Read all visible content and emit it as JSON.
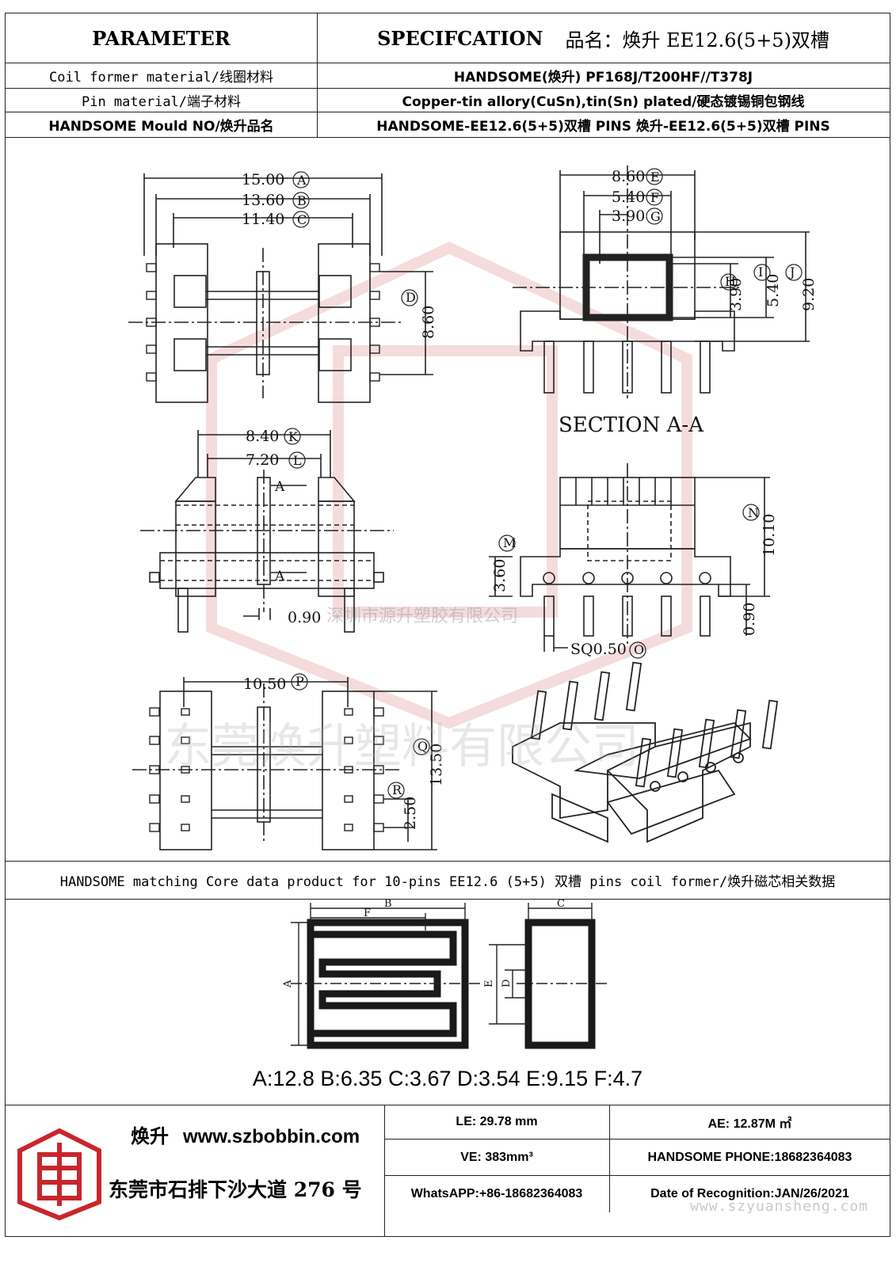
{
  "header": {
    "parameter": "PARAMETER",
    "specification": "SPECIFCATION",
    "product_name": "品名：焕升 EE12.6(5+5)双槽"
  },
  "rows": [
    {
      "label": "Coil former material/线圈材料",
      "value": "HANDSOME(焕升)   PF168J/T200HF//T378J"
    },
    {
      "label": "Pin material/端子材料",
      "value": "Copper-tin allory(CuSn),tin(Sn) plated/硬态镀锡铜包钢线"
    },
    {
      "label": "HANDSOME Mould NO/焕升品名",
      "value": "HANDSOME-EE12.6(5+5)双槽 PINS    焕升-EE12.6(5+5)双槽 PINS"
    }
  ],
  "drawing": {
    "dims_top_left": [
      {
        "value": "15.00",
        "tag": "A"
      },
      {
        "value": "13.60",
        "tag": "B"
      },
      {
        "value": "11.40",
        "tag": "C"
      }
    ],
    "dim_d": {
      "value": "8.60",
      "tag": "D"
    },
    "dims_top_right": [
      {
        "value": "8.60",
        "tag": "E"
      },
      {
        "value": "5.40",
        "tag": "F"
      },
      {
        "value": "3.90",
        "tag": "G"
      }
    ],
    "dims_section": [
      {
        "value": "3.90",
        "tag": "H"
      },
      {
        "value": "5.40",
        "tag": "I"
      },
      {
        "value": "9.20",
        "tag": "J"
      }
    ],
    "section_label": "SECTION A-A",
    "dims_mid_left": [
      {
        "value": "8.40",
        "tag": "K"
      },
      {
        "value": "7.20",
        "tag": "L"
      }
    ],
    "section_mark": "A",
    "dim_090": "0.90",
    "dim_m": {
      "value": "3.60",
      "tag": "M"
    },
    "dim_n": {
      "value": "10.10",
      "tag": "N"
    },
    "dim_090b": "0.90",
    "dim_o": {
      "value": "SQ0.50",
      "tag": "O"
    },
    "dim_p": {
      "value": "10.50",
      "tag": "P"
    },
    "dim_q": {
      "value": "13.50",
      "tag": "Q"
    },
    "dim_r": {
      "value": "2.50",
      "tag": "R"
    },
    "company_watermark_1": "深圳市源升塑胶有限公司",
    "company_watermark_2": "东莞焕升塑料有限公司"
  },
  "core": {
    "title": "HANDSOME matching Core data  product for 10-pins EE12.6 (5+5) 双槽 pins coil former/焕升磁芯相关数据",
    "labels": [
      "A",
      "B",
      "C",
      "D",
      "E",
      "F"
    ],
    "values_text": "A:12.8 B:6.35 C:3.67 D:3.54 E:9.15 F:4.7"
  },
  "footer": {
    "brand": "焕升",
    "website": "www.szbobbin.com",
    "address": "东莞市石排下沙大道 276 号",
    "le": "LE: 29.78 mm",
    "ae": "AE: 12.87M ㎡",
    "ve": "VE:    383mm³",
    "phone": "HANDSOME PHONE:18682364083",
    "whatsapp": "WhatsAPP:+86-18682364083",
    "date": "Date of Recognition:JAN/26/2021",
    "watermark_url": "www.szyuansheng.com"
  },
  "colors": {
    "line": "#222222",
    "logo_red": "#c8262c",
    "watermark": "#c9c9c9"
  }
}
